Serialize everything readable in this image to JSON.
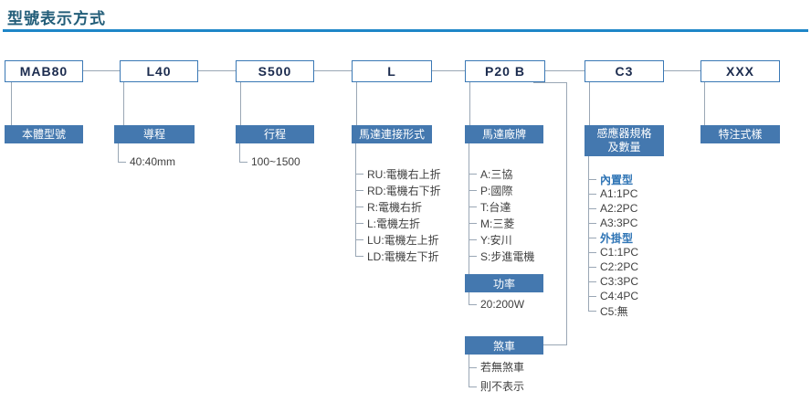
{
  "title": "型號表示方式",
  "colors": {
    "accent_rule": "#1e86c8",
    "label_box_blue": "#4478af",
    "code_text": "#1b2b4e",
    "heading_text": "#2e74b5"
  },
  "columns": [
    {
      "code": "MAB80",
      "label": "本體型號"
    },
    {
      "code": "L40",
      "label": "導程",
      "items": [
        "40:40mm"
      ]
    },
    {
      "code": "S500",
      "label": "行程",
      "items": [
        "100~1500"
      ]
    },
    {
      "code": "L",
      "label": "馬達連接形式",
      "items": [
        "RU:電機右上折",
        "RD:電機右下折",
        "R:電機右折",
        "L:電機左折",
        "LU:電機左上折",
        "LD:電機左下折"
      ]
    },
    {
      "code": "P20 B",
      "label": "馬達廠牌",
      "items": [
        "A:三協",
        "P:國際",
        "T:台達",
        "M:三菱",
        "Y:安川",
        "S:步進電機"
      ],
      "power": {
        "label": "功率",
        "items": [
          "20:200W"
        ]
      },
      "brake": {
        "label": "煞車",
        "items": [
          "若無煞車",
          "則不表示"
        ]
      }
    },
    {
      "code": "C3",
      "label": "感應器規格",
      "label2": "及數量",
      "items": [
        "內置型",
        "A1:1PC",
        "A2:2PC",
        "A3:3PC",
        "外掛型",
        "C1:1PC",
        "C2:2PC",
        "C3:3PC",
        "C4:4PC",
        "C5:無"
      ]
    },
    {
      "code": "XXX",
      "label": "特注式樣"
    }
  ]
}
